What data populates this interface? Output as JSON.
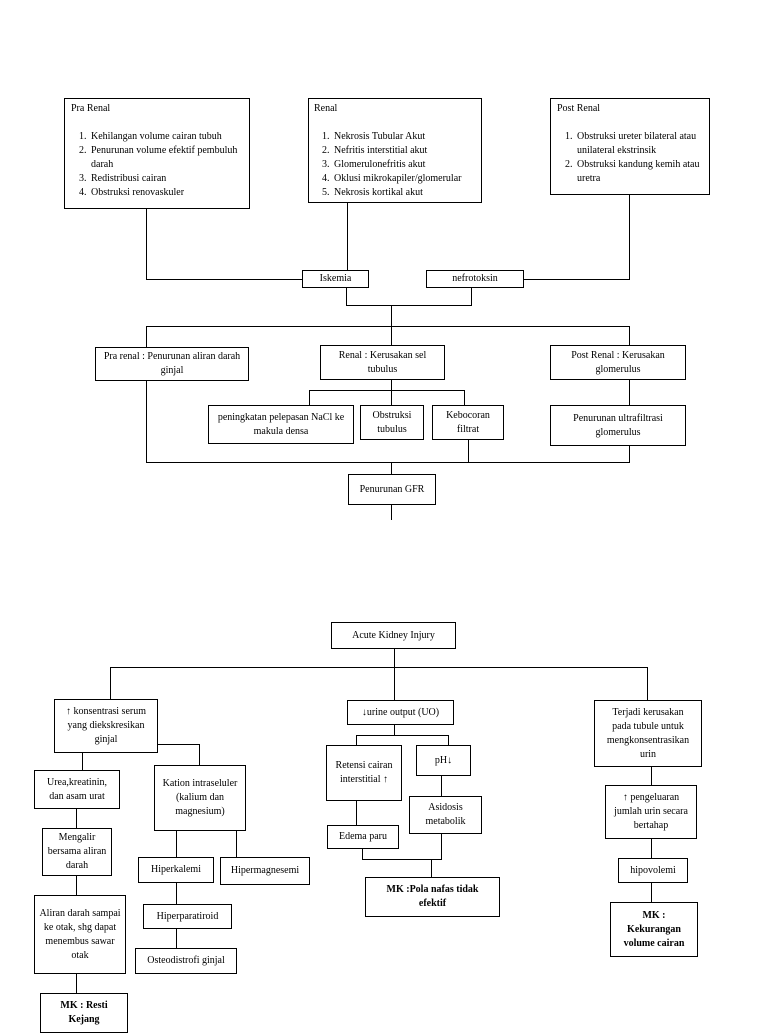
{
  "top": {
    "pra_renal": {
      "title": "Pra Renal",
      "items": [
        "Kehilangan volume cairan tubuh",
        "Penurunan volume efektif pembuluh darah",
        "Redistribusi cairan",
        "Obstruksi renovaskuler"
      ]
    },
    "renal": {
      "title": "Renal",
      "items": [
        "Nekrosis Tubular Akut",
        "Nefritis interstitial akut",
        "Glomerulonefritis akut",
        "Oklusi mikrokapiler/glomerular",
        "Nekrosis kortikal akut"
      ]
    },
    "post_renal": {
      "title": "Post Renal",
      "items": [
        "Obstruksi ureter bilateral atau unilateral ekstrinsik",
        "Obstruksi kandung kemih atau uretra"
      ]
    },
    "iskemia": "Iskemia",
    "nefrotoksin": "nefrotoksin",
    "pra_renal_effect": "Pra renal : Penurunan aliran darah ginjal",
    "renal_effect": "Renal : Kerusakan sel tubulus",
    "post_renal_effect": "Post Renal : Kerusakan glomerulus",
    "nacl": "peningkatan pelepasan NaCl ke makula densa",
    "obstruksi_tubulus": "Obstruksi tubulus",
    "kebocoran_filtrat": "Kebocoran filtrat",
    "penurunan_ultrafiltrasi": "Penurunan ultrafiltrasi glomerulus",
    "penurunan_gfr": "Penurunan GFR"
  },
  "bottom": {
    "aki": "Acute Kidney Injury",
    "konsentrasi": "↑ konsentrasi serum yang diekskresikan ginjal",
    "urine_output": "↓urine output (UO)",
    "kerusakan_tubule": "Terjadi kerusakan pada tubule untuk mengkonsentrasikan urin",
    "urea": "Urea,kreatinin, dan asam urat",
    "kation": "Kation intraseluler (kalium dan magnesium)",
    "mengalir": "Mengalir bersama aliran darah",
    "hiperkalemi": "Hiperkalemi",
    "hipermagnesemi": "Hipermagnesemi",
    "aliran_darah": "Aliran darah sampai ke otak, shg dapat menembus sawar otak",
    "hiperparatiroid": "Hiperparatiroid",
    "osteodistrofi": "Osteodistrofi ginjal",
    "mk_kejang": "MK : Resti Kejang",
    "retensi": "Retensi cairan interstitial ↑",
    "ph": "pH↓",
    "asidosis": "Asidosis metabolik",
    "edema": "Edema paru",
    "mk_nafas": "MK :Pola nafas tidak efektif",
    "pengeluaran": "↑ pengeluaran jumlah urin secara bertahap",
    "hipovolemi": "hipovolemi",
    "mk_cairan": "MK : Kekurangan volume cairan"
  }
}
